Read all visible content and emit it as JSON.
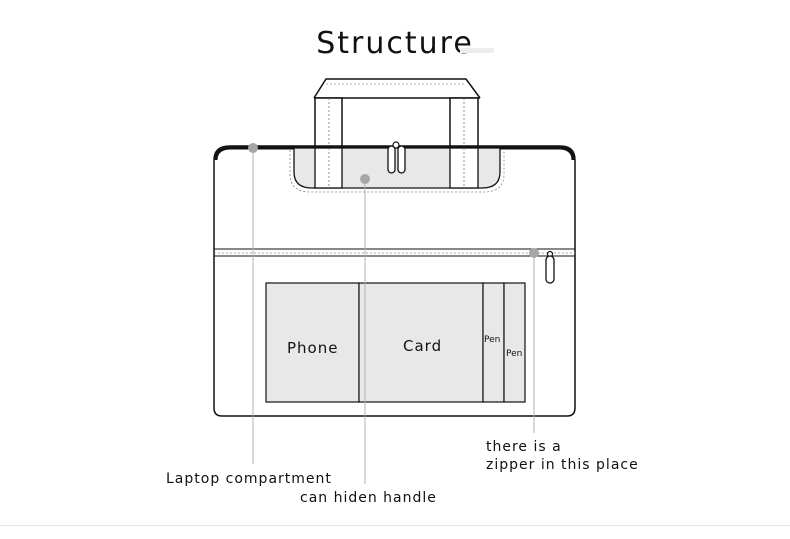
{
  "title": "Structure",
  "pockets": {
    "phone": "Phone",
    "card": "Card",
    "pen_1": "Pen",
    "pen_2": "Pen"
  },
  "callouts": {
    "laptop": "Laptop compartment",
    "handle": "can hiden handle",
    "zipper_line1": "there is a",
    "zipper_line2": "zipper in this place"
  },
  "colors": {
    "outline": "#111111",
    "pocket_fill": "#e8e8e8",
    "pointer_dot": "#a6a6a6",
    "pointer_line": "#b0b0b0"
  }
}
